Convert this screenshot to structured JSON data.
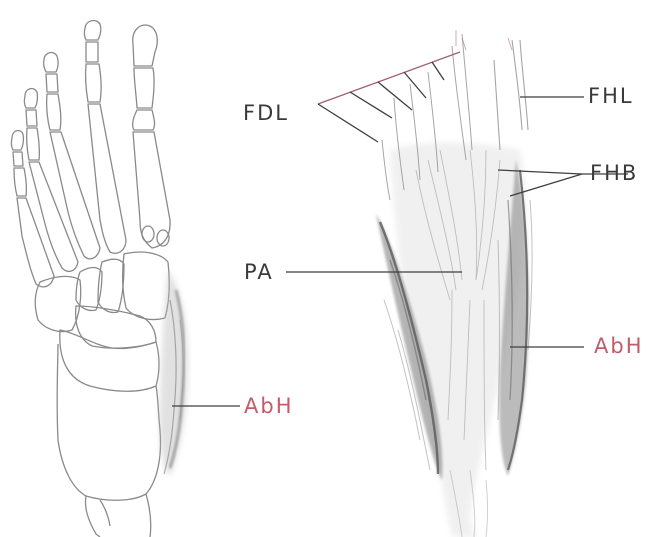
{
  "labels": {
    "fdl": "FDL",
    "fhl": "FHL",
    "fhb": "FHB",
    "pa": "PA",
    "abh_right": "AbH",
    "abh_left": "AbH"
  },
  "colors": {
    "label_dark": "#3a3a3a",
    "label_accent": "#c45a6a",
    "bone_line": "#8a8a8a",
    "muscle_dark": "#6f6f6f",
    "muscle_light": "#bdbdbd",
    "leader_line": "#3f3f3f"
  }
}
